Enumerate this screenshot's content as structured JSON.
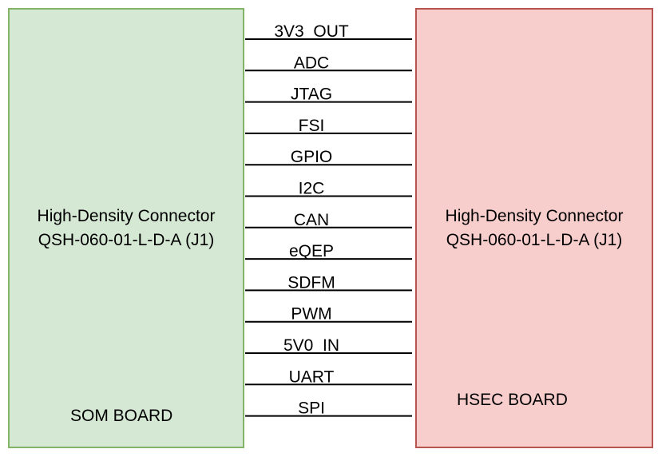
{
  "left_board": {
    "connector_line1": "High-Density Connector",
    "connector_line2": "QSH-060-01-L-D-A (J1)",
    "name": "SOM BOARD",
    "fill": "#d5e8d4",
    "stroke": "#82b366"
  },
  "right_board": {
    "connector_line1": "High-Density Connector",
    "connector_line2": "QSH-060-01-L-D-A (J1)",
    "name": "HSEC BOARD",
    "fill": "#f8cecc",
    "stroke": "#b85450"
  },
  "signals": [
    "3V3_OUT",
    "ADC",
    "JTAG",
    "FSI",
    "GPIO",
    "I2C",
    "CAN",
    "eQEP",
    "SDFM",
    "PWM",
    "5V0_IN",
    "UART",
    "SPI"
  ]
}
